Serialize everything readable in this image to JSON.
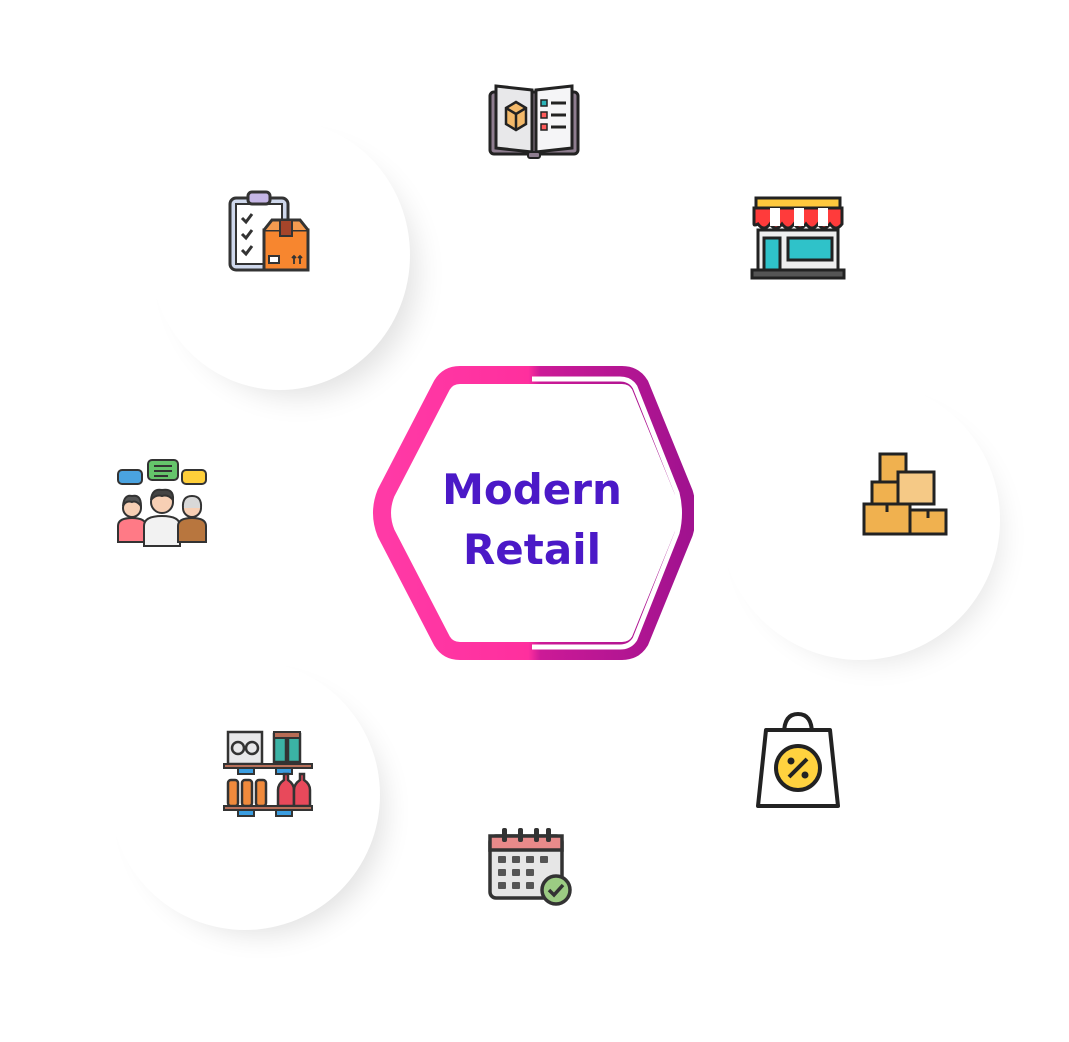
{
  "center": {
    "line1": "Modern",
    "line2": "Retail",
    "title_color": "#4b19c7",
    "gradient_start": "#ff3aa6",
    "gradient_end": "#a1128f"
  },
  "nodes": [
    {
      "id": "catalog",
      "icon": "product-catalog-book-icon",
      "ghost_label": ""
    },
    {
      "id": "storefront",
      "icon": "storefront-icon"
    },
    {
      "id": "inventory",
      "icon": "stacked-boxes-icon"
    },
    {
      "id": "offers",
      "icon": "discount-shopping-bag-icon"
    },
    {
      "id": "scheduling",
      "icon": "calendar-check-icon"
    },
    {
      "id": "shelves",
      "icon": "product-shelves-icon"
    },
    {
      "id": "customers",
      "icon": "customer-chat-group-icon"
    },
    {
      "id": "orders",
      "icon": "order-checklist-box-icon",
      "ghost_label": ""
    }
  ]
}
